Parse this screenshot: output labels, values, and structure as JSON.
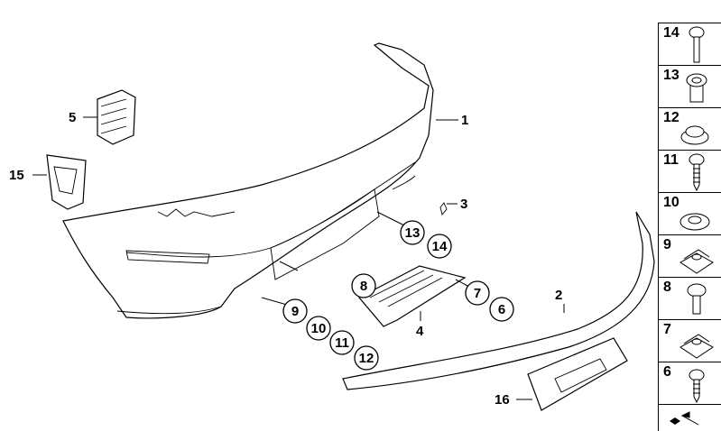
{
  "diagram": {
    "callouts_plain": [
      {
        "id": "1",
        "label": "1"
      },
      {
        "id": "2",
        "label": "2"
      },
      {
        "id": "3",
        "label": "3"
      },
      {
        "id": "4",
        "label": "4"
      },
      {
        "id": "5",
        "label": "5"
      },
      {
        "id": "15",
        "label": "15"
      },
      {
        "id": "16",
        "label": "16"
      }
    ],
    "callouts_circled": [
      {
        "id": "13",
        "label": "13"
      },
      {
        "id": "14",
        "label": "14"
      },
      {
        "id": "9",
        "label": "9"
      },
      {
        "id": "10",
        "label": "10"
      },
      {
        "id": "11",
        "label": "11"
      },
      {
        "id": "12",
        "label": "12"
      },
      {
        "id": "8",
        "label": "8"
      },
      {
        "id": "7",
        "label": "7"
      },
      {
        "id": "6",
        "label": "6"
      }
    ]
  },
  "legend": {
    "items": [
      {
        "label": "14",
        "icon": "screw-icon"
      },
      {
        "label": "13",
        "icon": "bushing-icon"
      },
      {
        "label": "12",
        "icon": "cap-icon"
      },
      {
        "label": "11",
        "icon": "tapping-screw-icon"
      },
      {
        "label": "10",
        "icon": "washer-icon"
      },
      {
        "label": "9",
        "icon": "clip-nut-icon"
      },
      {
        "label": "8",
        "icon": "bolt-icon"
      },
      {
        "label": "7",
        "icon": "clip-nut-icon"
      },
      {
        "label": "6",
        "icon": "tapping-screw-icon"
      }
    ]
  }
}
